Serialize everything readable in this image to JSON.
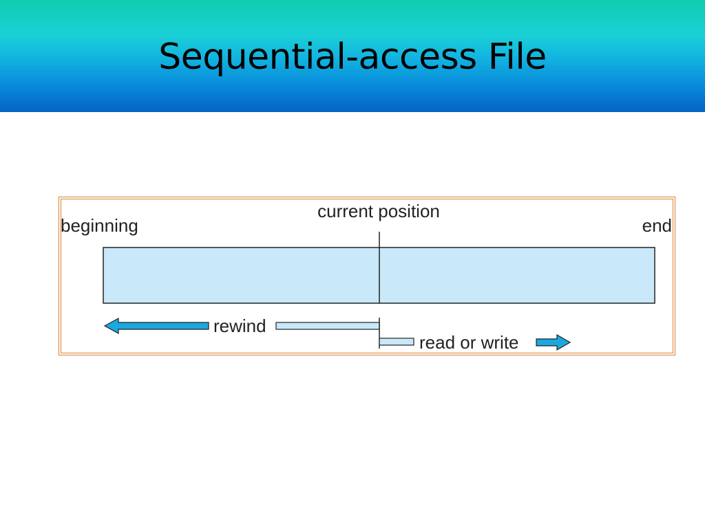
{
  "slide": {
    "title": "Sequential-access File"
  },
  "diagram": {
    "labels": {
      "beginning": "beginning",
      "current_position": "current position",
      "end": "end",
      "rewind": "rewind",
      "read_or_write": "read or write"
    },
    "colors": {
      "file_fill": "#c9e9fa",
      "arrow_fill": "#1ba8de",
      "frame": "#d9812f"
    }
  }
}
